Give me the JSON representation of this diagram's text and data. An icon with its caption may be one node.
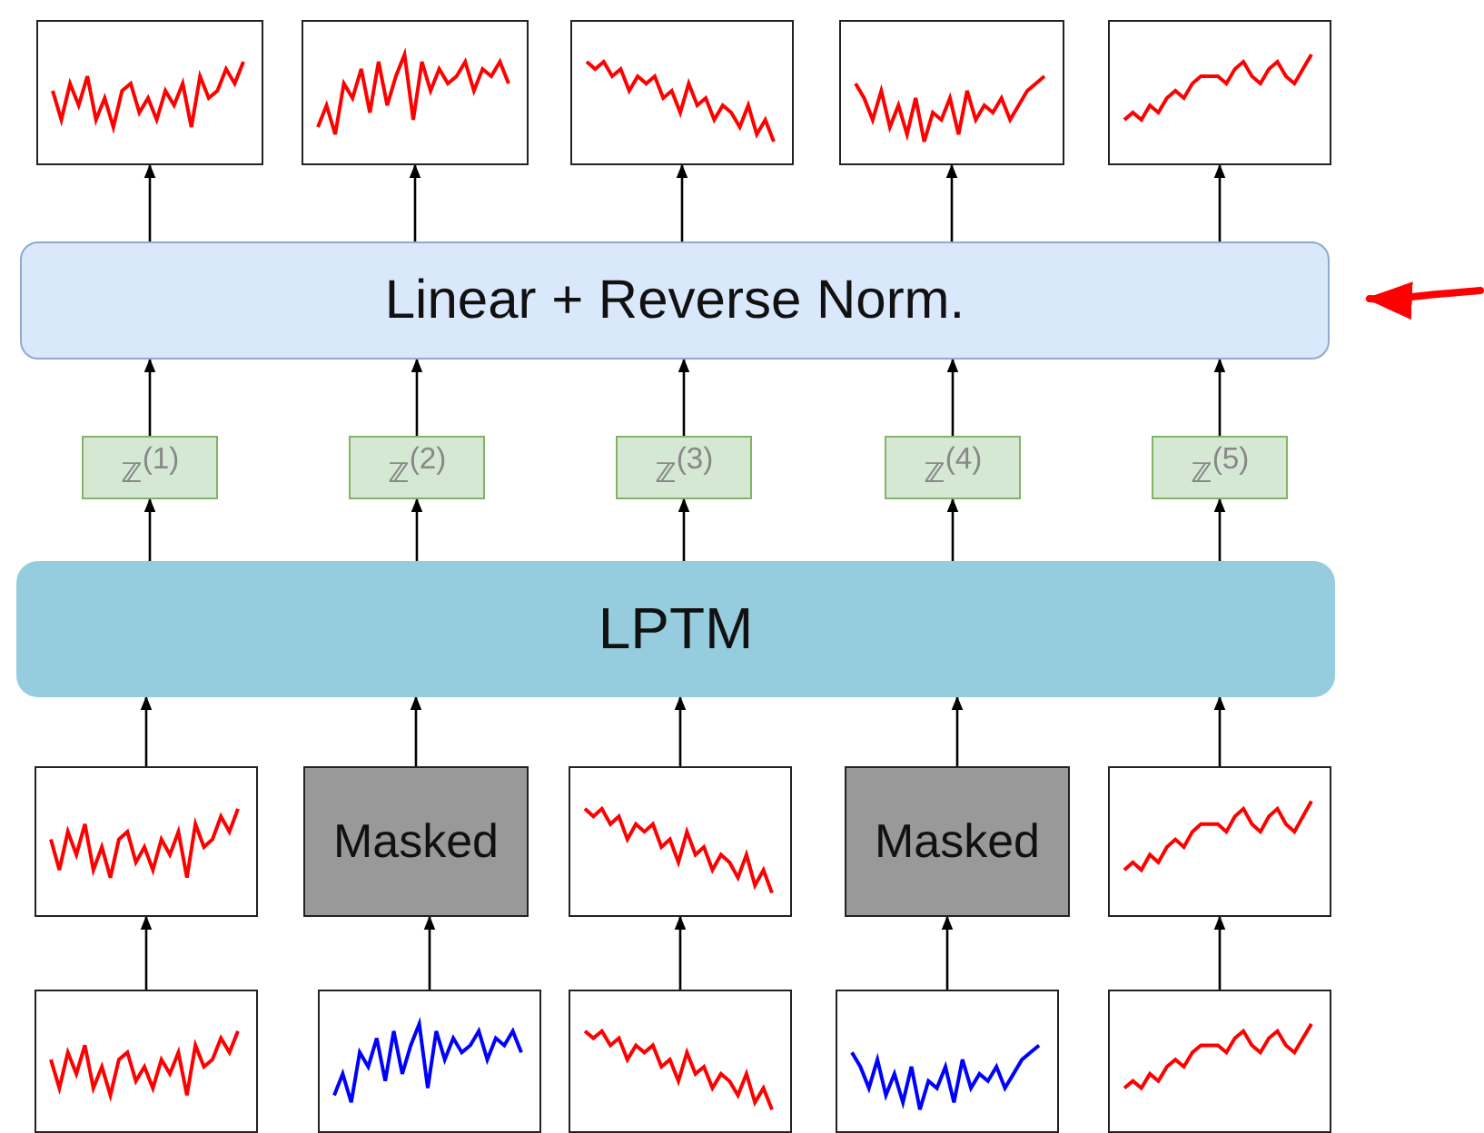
{
  "diagram": {
    "nodes": [
      {
        "text": [],
        "shape": "picture"
      },
      {
        "text": [],
        "shape": "picture"
      },
      {
        "text": [],
        "shape": "picture"
      },
      {
        "text": [],
        "shape": "picture"
      },
      {
        "text": [],
        "shape": "picture"
      },
      {
        "text": [
          "Linear + Reverse Norm."
        ]
      },
      {
        "text": [
          "𝕫$^{(1)}$"
        ]
      },
      {
        "text": [
          "𝕫$^{(2)}$"
        ]
      },
      {
        "text": [
          "𝕫$^{(3)}$"
        ]
      },
      {
        "text": [
          "𝕫$^{(4)}$"
        ]
      },
      {
        "text": [
          "𝕫$^{(5)}$"
        ]
      },
      {
        "text": [
          "LPTM"
        ]
      },
      {
        "text": [],
        "shape": "picture"
      },
      {
        "text": [
          "Masked"
        ]
      },
      {
        "text": [],
        "shape": "picture"
      },
      {
        "text": [
          "Masked"
        ]
      },
      {
        "text": [],
        "shape": "picture"
      },
      {
        "text": [],
        "shape": "picture"
      },
      {
        "text": [],
        "shape": "picture"
      },
      {
        "text": [],
        "shape": "picture"
      },
      {
        "text": [],
        "shape": "picture"
      },
      {
        "text": [],
        "shape": "picture"
      }
    ],
    "edges": [
      {
        "from": 17,
        "to": 12,
        "arrow": "to"
      },
      {
        "from": 18,
        "to": 13,
        "arrow": "to"
      },
      {
        "from": 19,
        "to": 14,
        "arrow": "to"
      },
      {
        "from": 20,
        "to": 15,
        "arrow": "to"
      },
      {
        "from": 21,
        "to": 16,
        "arrow": "to"
      },
      {
        "from": 12,
        "to": 11,
        "arrow": "to"
      },
      {
        "from": 13,
        "to": 11,
        "arrow": "to"
      },
      {
        "from": 14,
        "to": 11,
        "arrow": "to"
      },
      {
        "from": 15,
        "to": 11,
        "arrow": "to"
      },
      {
        "from": 16,
        "to": 11,
        "arrow": "to"
      },
      {
        "from": 11,
        "to": 6,
        "arrow": "to"
      },
      {
        "from": 11,
        "to": 7,
        "arrow": "to"
      },
      {
        "from": 11,
        "to": 8,
        "arrow": "to"
      },
      {
        "from": 11,
        "to": 9,
        "arrow": "to"
      },
      {
        "from": 11,
        "to": 10,
        "arrow": "to"
      },
      {
        "from": 6,
        "to": 5,
        "arrow": "to"
      },
      {
        "from": 7,
        "to": 5,
        "arrow": "to"
      },
      {
        "from": 8,
        "to": 5,
        "arrow": "to"
      },
      {
        "from": 9,
        "to": 5,
        "arrow": "to"
      },
      {
        "from": 10,
        "to": 5,
        "arrow": "to"
      },
      {
        "from": 5,
        "to": 0,
        "arrow": "to"
      },
      {
        "from": 5,
        "to": 1,
        "arrow": "to"
      },
      {
        "from": 5,
        "to": 2,
        "arrow": "to"
      },
      {
        "from": 5,
        "to": 3,
        "arrow": "to"
      },
      {
        "from": 5,
        "to": 4,
        "arrow": "to"
      },
      {
        "from": null,
        "to": 5,
        "arrow": "to",
        "style": "thick",
        "color": "#ff0000"
      }
    ]
  }
}
